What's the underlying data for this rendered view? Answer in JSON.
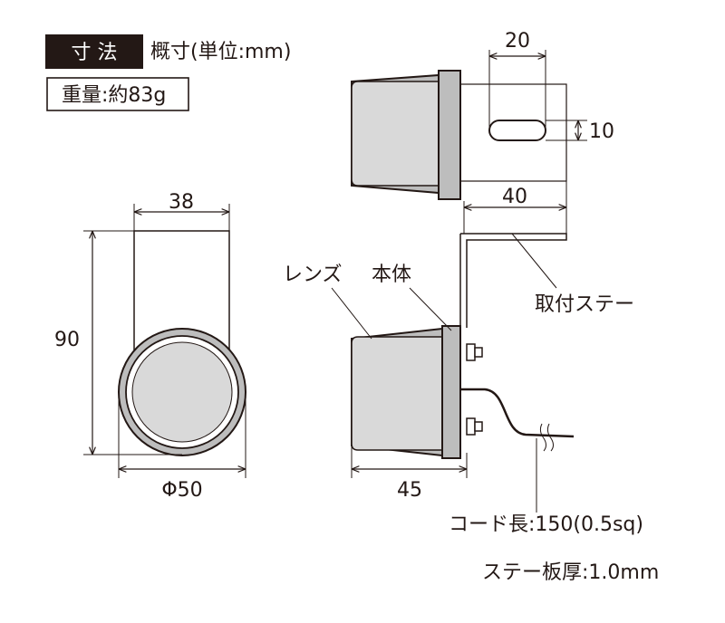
{
  "header": {
    "badge_label": "寸 法",
    "unit_note": "概寸(単位:mm)",
    "weight_label": "重量:約83g"
  },
  "front_view": {
    "width_label": "38",
    "height_label": "90",
    "diameter_label": "Φ50"
  },
  "side_view": {
    "slot_length_label": "20",
    "slot_height_label": "10",
    "bracket_depth_label": "40",
    "body_length_label": "45",
    "lens_label": "レンズ",
    "body_label": "本体",
    "bracket_label": "取付ステー"
  },
  "notes": {
    "cord_length": "コード長:150(0.5sq)",
    "bracket_thickness": "ステー板厚:1.0mm"
  },
  "colors": {
    "ink": "#231815",
    "lens_gray": "#d9d9d9",
    "body_gray": "#bdbdbd",
    "badge_bg": "#231815"
  }
}
